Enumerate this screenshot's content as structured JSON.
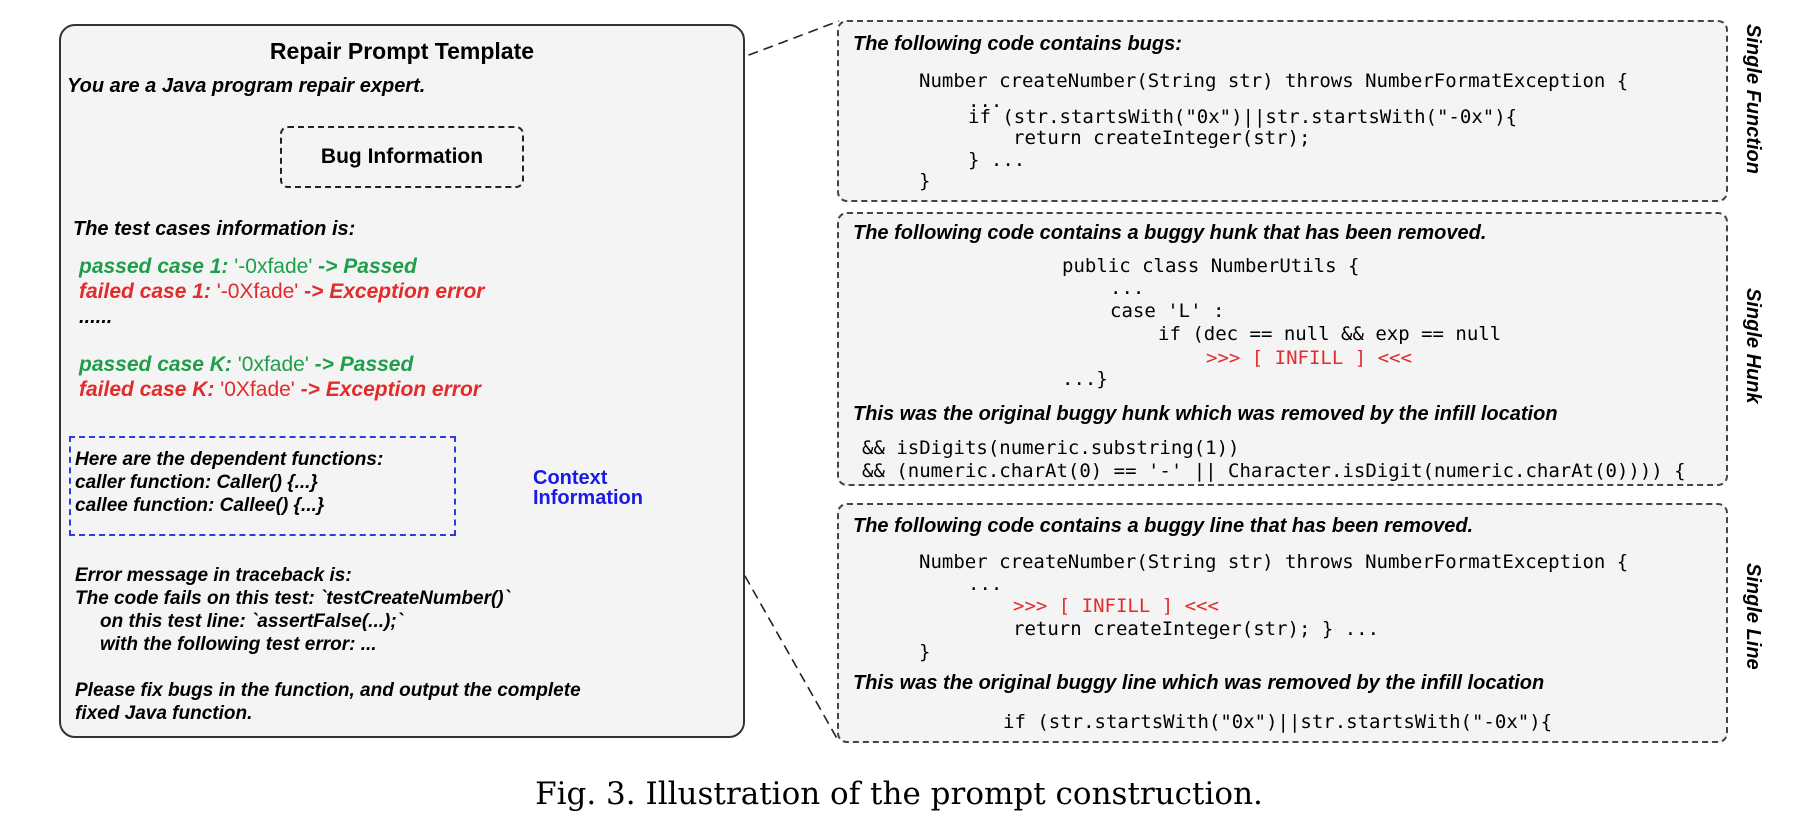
{
  "left": {
    "title": "Repair Prompt Template",
    "intro": "You are a Java program repair expert.",
    "bug_info_label": "Bug Information",
    "test_header": "The test cases information is:",
    "cases": [
      {
        "label": "passed case 1:",
        "value": " '-0xfade' ",
        "result": "-> Passed",
        "status": "pass"
      },
      {
        "label": "failed case 1:",
        "value": " '-0Xfade' ",
        "result": "-> Exception error",
        "status": "fail"
      },
      {
        "label": "passed case K:",
        "value": " '0xfade' ",
        "result": "-> Passed",
        "status": "pass"
      },
      {
        "label": "failed case K:",
        "value": " '0Xfade' ",
        "result": "-> Exception error",
        "status": "fail"
      }
    ],
    "ellipsis": "......",
    "dependent_header": "Here are the dependent functions:",
    "caller": "caller function: Caller() {...}",
    "callee": "callee function: Callee() {...}",
    "context_label_1": "Context",
    "context_label_2": "Information",
    "error_lines": [
      "Error message in traceback is:",
      "The code fails on this test: `testCreateNumber()`",
      "on this test line: `assertFalse(...);`",
      "with the following test error: ..."
    ],
    "fix_lines": [
      "Please fix bugs in the function, and output the complete",
      "fixed Java function."
    ]
  },
  "single_function": {
    "header": "The following code contains bugs:",
    "code": [
      "Number createNumber(String str) throws NumberFormatException {",
      "...",
      "if (str.startsWith(\"0x\")||str.startsWith(\"-0x\"){",
      "return createInteger(str);",
      "} ...",
      "}"
    ],
    "side_label": "Single Function"
  },
  "single_hunk": {
    "header": "The following code contains a buggy hunk that has been removed.",
    "code": [
      "public class NumberUtils {",
      "...",
      "case 'L' :",
      "if (dec == null && exp == null",
      ">>> [ INFILL ] <<<",
      "...}"
    ],
    "original_header": "This was the original buggy hunk which was removed by the infill location",
    "original_code": [
      "&& isDigits(numeric.substring(1))",
      "&& (numeric.charAt(0) == '-' || Character.isDigit(numeric.charAt(0)))) {"
    ],
    "side_label": "Single Hunk"
  },
  "single_line": {
    "header": "The following code contains a buggy line that has been removed.",
    "code": [
      "Number createNumber(String str) throws NumberFormatException {",
      "...",
      ">>> [ INFILL ] <<<",
      "return createInteger(str); } ...",
      "}"
    ],
    "original_header": "This was the original buggy line which was removed by the infill location",
    "original_code": "if (str.startsWith(\"0x\")||str.startsWith(\"-0x\"){",
    "side_label": "Single Line"
  },
  "caption": "Fig. 3.  Illustration of the prompt construction.",
  "colors": {
    "pass": "#1e9e4a",
    "fail": "#e32b2b",
    "context": "#1a1ae6"
  }
}
